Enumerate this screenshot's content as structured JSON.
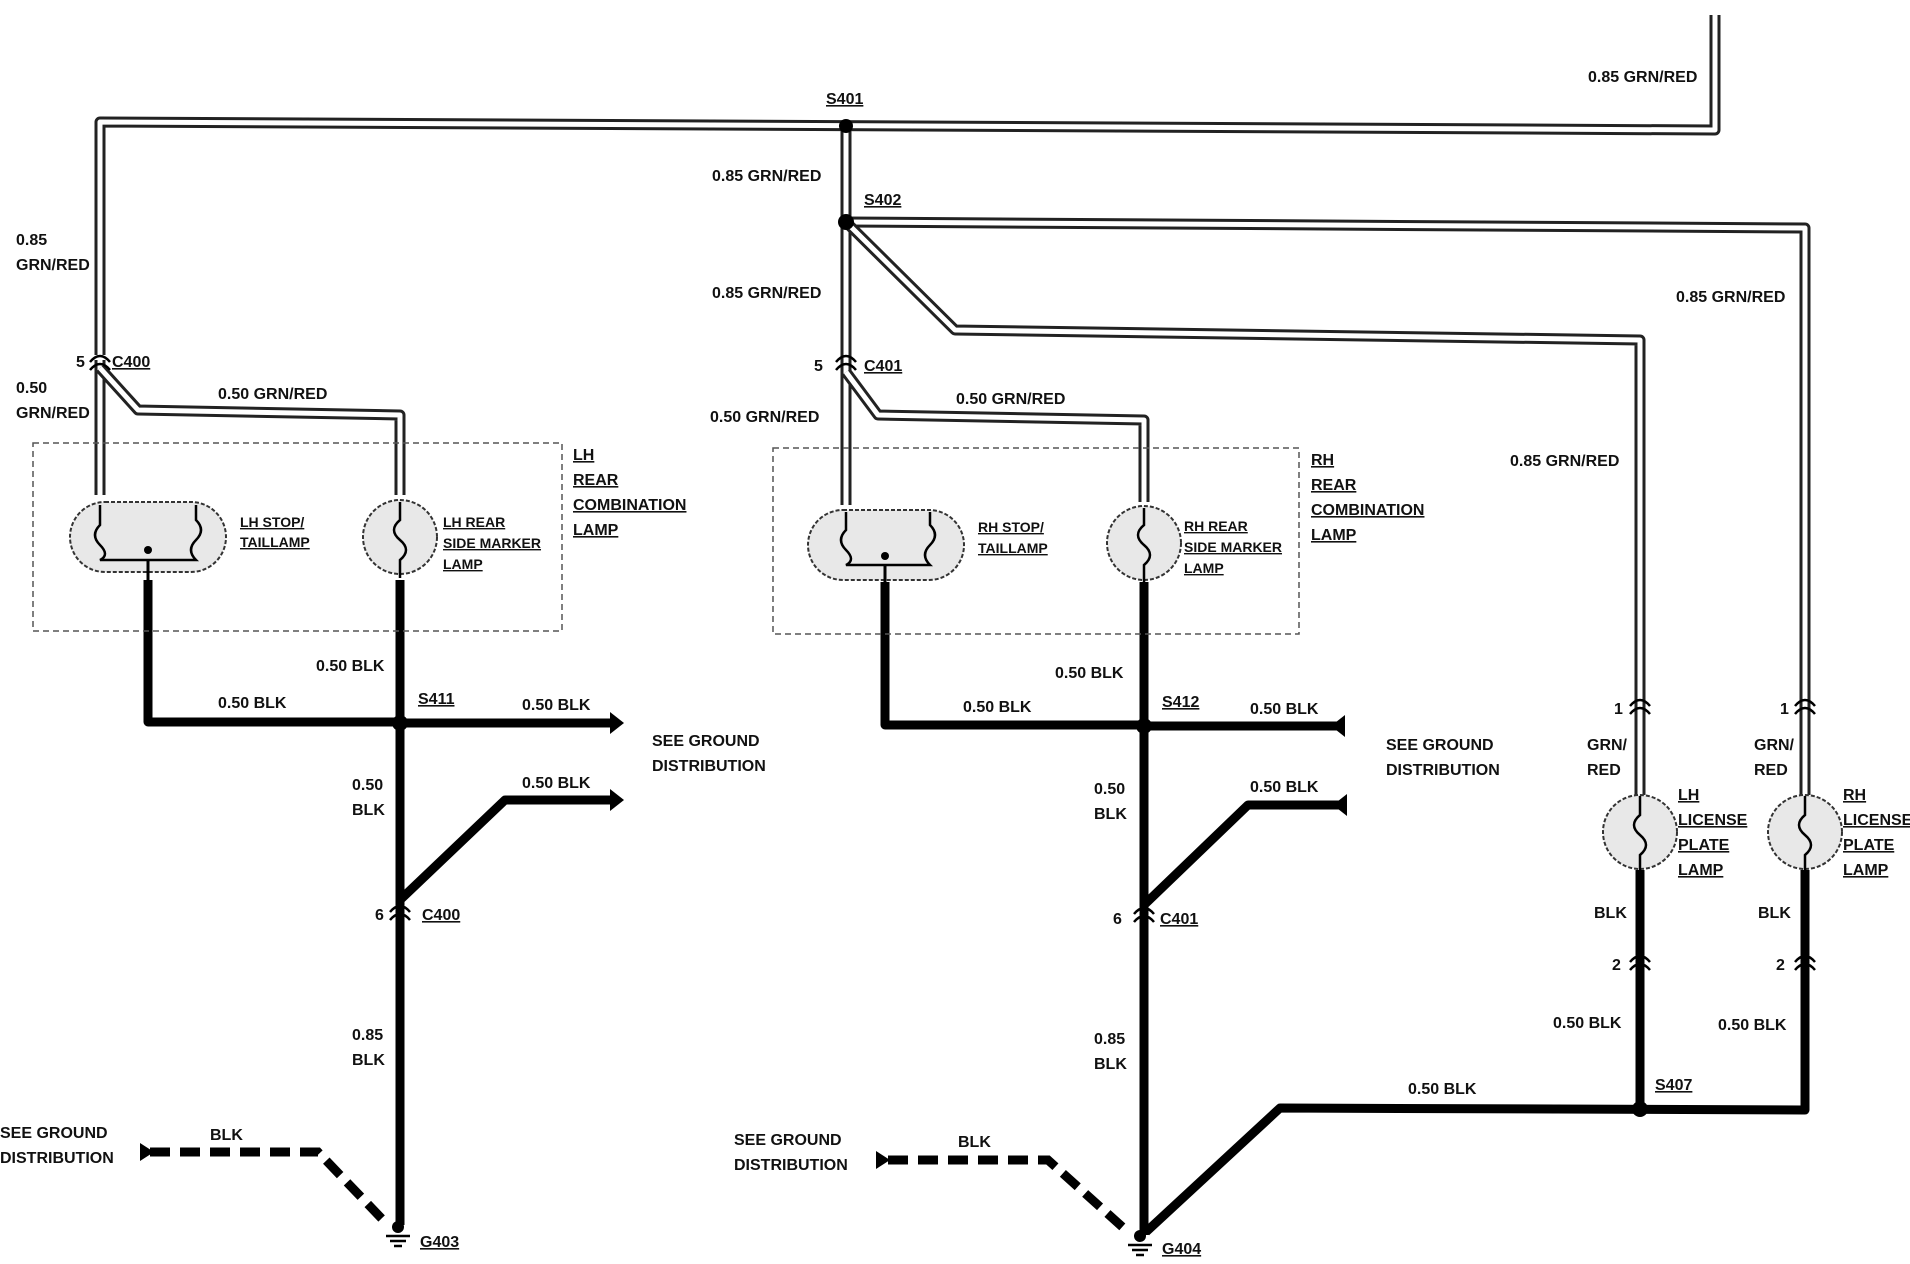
{
  "splices": {
    "s401": "S401",
    "s402": "S402",
    "s411": "S411",
    "s412": "S412",
    "s407": "S407"
  },
  "connectors": {
    "c400_top": "C400",
    "c401_top": "C401",
    "c400_bottom": "C400",
    "c401_bottom": "C401",
    "pin5_left": "5",
    "pin5_mid": "5",
    "pin6_left": "6",
    "pin6_mid": "6",
    "pin1_lh": "1",
    "pin1_rh": "1",
    "pin2_lh": "2",
    "pin2_rh": "2"
  },
  "grounds": {
    "g403": "G403",
    "g404": "G404"
  },
  "wire_labels": {
    "top_right": "0.85 GRN/RED",
    "s401_down": "0.85 GRN/RED",
    "s402_down": "0.85 GRN/RED",
    "left_vert_size": "0.85",
    "left_vert_color": "GRN/RED",
    "left_low_size": "0.50",
    "left_low_color": "GRN/RED",
    "c400_branch": "0.50 GRN/RED",
    "c401_stub": "0.50 GRN/RED",
    "c401_branch": "0.50 GRN/RED",
    "rh_far": "0.85 GRN/RED",
    "lh_license_feed": "0.85 GRN/RED",
    "lh_lic_color_a": "GRN/",
    "lh_lic_color_b": "RED",
    "rh_lic_color_a": "GRN/",
    "rh_lic_color_b": "RED",
    "blk_left_marker": "0.50 BLK",
    "blk_left_h": "0.50 BLK",
    "blk_left_gd": "0.50 BLK",
    "blk_left_gd2": "0.50 BLK",
    "blk_left_mid_size": "0.50",
    "blk_left_mid_color": "BLK",
    "blk_left_low_size": "0.85",
    "blk_left_low_color": "BLK",
    "blk_mid_marker": "0.50 BLK",
    "blk_mid_h": "0.50 BLK",
    "blk_mid_gd": "0.50 BLK",
    "blk_mid_gd2": "0.50 BLK",
    "blk_mid_mid_size": "0.50",
    "blk_mid_mid_color": "BLK",
    "blk_mid_low_size": "0.85",
    "blk_mid_low_color": "BLK",
    "blk_lh_lic": "BLK",
    "blk_rh_lic": "BLK",
    "blk_lh_lic_low": "0.50 BLK",
    "blk_rh_lic_low": "0.50 BLK",
    "blk_s407": "0.50 BLK",
    "blk_dash_left": "BLK",
    "blk_dash_mid": "BLK"
  },
  "components": {
    "lh_stop_a": "LH STOP/",
    "lh_stop_b": "TAILLAMP",
    "lh_marker_a": "LH REAR",
    "lh_marker_b": "SIDE MARKER",
    "lh_marker_c": "LAMP",
    "rh_stop_a": "RH STOP/",
    "rh_stop_b": "TAILLAMP",
    "rh_marker_a": "RH REAR",
    "rh_marker_b": "SIDE MARKER",
    "rh_marker_c": "LAMP",
    "lh_box": [
      "LH",
      "REAR",
      "COMBINATION",
      "LAMP"
    ],
    "rh_box": [
      "RH",
      "REAR",
      "COMBINATION",
      "LAMP"
    ],
    "lh_license": [
      "LH",
      "LICENSE",
      "PLATE",
      "LAMP"
    ],
    "rh_license": [
      "RH",
      "LICENSE",
      "PLATE",
      "LAMP"
    ]
  },
  "refs": {
    "see_ground_1a": "SEE GROUND",
    "see_ground_1b": "DISTRIBUTION",
    "see_ground_2a": "SEE GROUND",
    "see_ground_2b": "DISTRIBUTION",
    "see_ground_3a": "SEE GROUND",
    "see_ground_3b": "DISTRIBUTION",
    "see_ground_4a": "SEE GROUND",
    "see_ground_4b": "DISTRIBUTION"
  }
}
